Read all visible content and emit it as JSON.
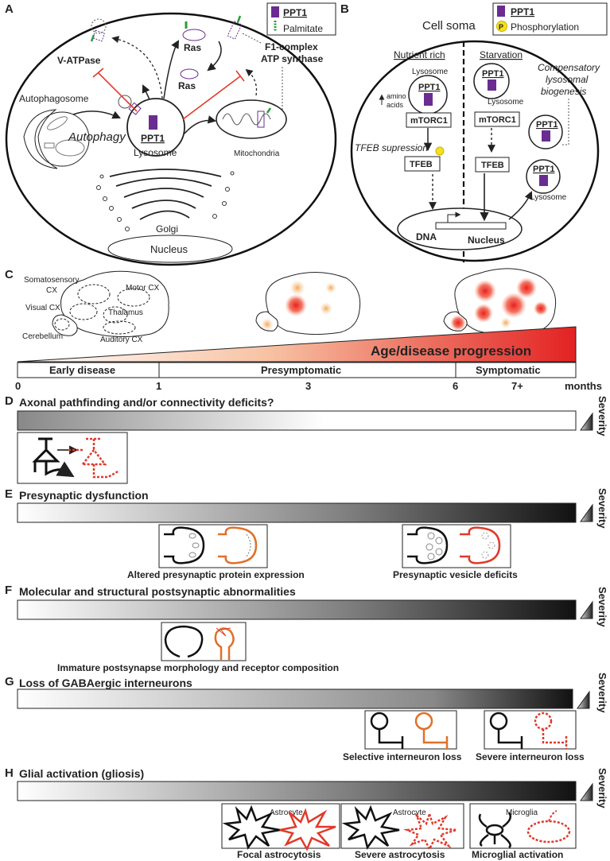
{
  "panel_a": {
    "letter": "A",
    "legend": {
      "ppt1": "PPT1",
      "palmitate": "Palmitate"
    },
    "labels": {
      "vatpase": "V-ATPase",
      "ras_top": "Ras",
      "ras_bottom": "Ras",
      "f1_line1": "F1-complex",
      "f1_line2": "ATP synthase",
      "autophagosome": "Autophagosome",
      "autophagy": "Autophagy",
      "ppt1": "PPT1",
      "lysosome": "Lysosome",
      "mitochondria": "Mitochondria",
      "golgi": "Golgi",
      "nucleus": "Nucleus"
    }
  },
  "panel_b": {
    "letter": "B",
    "title": "Cell soma",
    "legend": {
      "ppt1": "PPT1",
      "phospho_mark": "P",
      "phospho": "Phosphorylation"
    },
    "labels": {
      "nutrient_rich": "Nutrient rich",
      "starvation": "Starvation",
      "compensatory_1": "Compensatory",
      "compensatory_2": "lysosomal",
      "compensatory_3": "biogenesis",
      "lysosome_left": "Lysosome",
      "ppt1_left": "PPT1",
      "amino_1": "amino",
      "amino_2": "acids",
      "mtorc1_left": "mTORC1",
      "tfeb_supp": "TFEB supression",
      "tfeb_left": "TFEB",
      "dna": "DNA",
      "ppt1_mid": "PPT1",
      "lysosome_mid": "Lysosome",
      "mtorc1_right": "mTORC1",
      "tfeb_right": "TFEB",
      "nucleus": "Nucleus",
      "ppt1_r1": "PPT1",
      "ppt1_r2": "PPT1",
      "lysosome_r2": "Lysosome"
    }
  },
  "panel_c": {
    "letter": "C",
    "regions": {
      "somatosensory_1": "Somatosensory",
      "somatosensory_2": "CX",
      "motor": "Motor CX",
      "visual": "Visual CX",
      "thalamus": "Thalamus",
      "cerebellum": "Cerebellum",
      "auditory": "Auditory CX"
    },
    "progression_label": "Age/disease progression",
    "stages": [
      "Early disease",
      "Presymptomatic",
      "Symptomatic"
    ],
    "month_ticks": [
      "0",
      "1",
      "3",
      "6",
      "7+"
    ],
    "months_label": "months"
  },
  "panels": [
    {
      "letter": "D",
      "title": "Axonal pathfinding and/or  connectivity deficits?",
      "severity": "Severity",
      "captions": []
    },
    {
      "letter": "E",
      "title": "Presynaptic dysfunction",
      "severity": "Severity",
      "captions": [
        "Altered presynaptic protein expression",
        "Presynaptic vesicle deficits"
      ]
    },
    {
      "letter": "F",
      "title": "Molecular and structural postsynaptic abnormalities",
      "severity": "Severity",
      "captions": [
        "Immature postsynapse morphology and receptor composition"
      ]
    },
    {
      "letter": "G",
      "title": "Loss of GABAergic interneurons",
      "severity": "Severity",
      "captions": [
        "Selective interneuron loss",
        "Severe interneuron loss"
      ]
    },
    {
      "letter": "H",
      "title": "Glial activation (gliosis)",
      "severity": "Severity",
      "captions": [
        "Focal astrocytosis",
        "Severe astrocytosis",
        "Microglial activation"
      ],
      "inset_labels": [
        "Astrocyte",
        "Astrocyte",
        "Microglia"
      ]
    }
  ],
  "colors": {
    "ppt1": "#6a2c91",
    "palmitate": "#2f9a3c",
    "disease_red": "#e03a2a",
    "orange": "#e0702a",
    "phospho": "#f5e11a"
  }
}
